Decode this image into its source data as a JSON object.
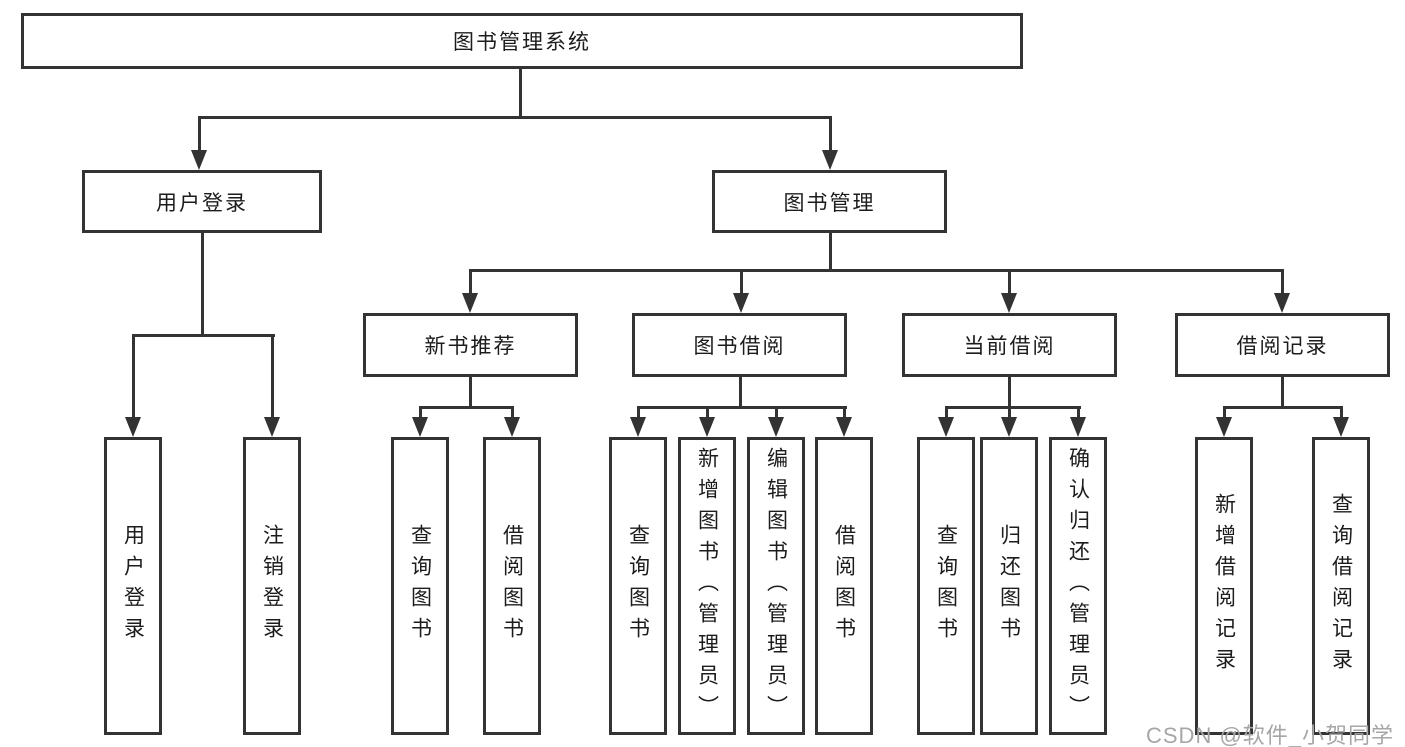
{
  "diagram_title": "图书管理系统",
  "nodes": {
    "root": "图书管理系统",
    "level2": [
      "用户登录",
      "图书管理"
    ],
    "level3": [
      "新书推荐",
      "图书借阅",
      "当前借阅",
      "借阅记录"
    ],
    "leaves": [
      "用户登录",
      "注销登录",
      "查询图书",
      "借阅图书",
      "查询图书",
      "新增图书（管理员）",
      "编辑图书（管理员）",
      "借阅图书",
      "查询图书",
      "归还图书",
      "确认归还（管理员）",
      "新增借阅记录",
      "查询借阅记录"
    ]
  },
  "structure": {
    "图书管理系统": [
      "用户登录",
      "图书管理"
    ],
    "用户登录": [
      "用户登录",
      "注销登录"
    ],
    "图书管理": [
      "新书推荐",
      "图书借阅",
      "当前借阅",
      "借阅记录"
    ],
    "新书推荐": [
      "查询图书",
      "借阅图书"
    ],
    "图书借阅": [
      "查询图书",
      "新增图书（管理员）",
      "编辑图书（管理员）",
      "借阅图书"
    ],
    "当前借阅": [
      "查询图书",
      "归还图书",
      "确认归还（管理员）"
    ],
    "借阅记录": [
      "新增借阅记录",
      "查询借阅记录"
    ]
  },
  "watermark": "CSDN @软件_小贺同学",
  "colors": {
    "line": "#333333",
    "text": "#1c1c1c",
    "background": "#ffffff",
    "watermark": "#a6a6a6"
  }
}
